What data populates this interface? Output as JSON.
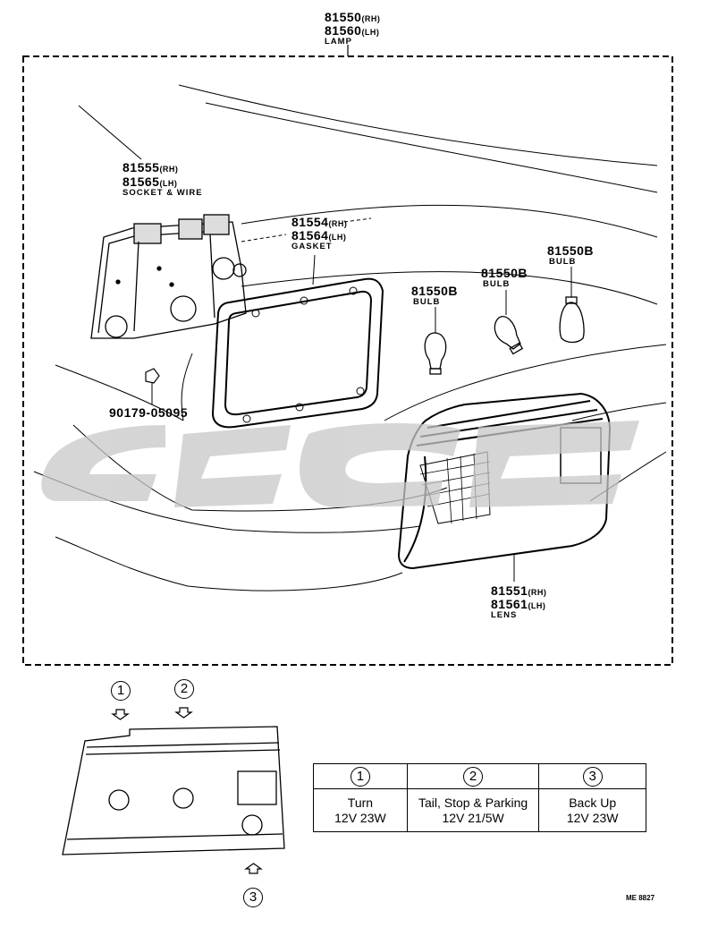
{
  "lamp": {
    "rh": "81550",
    "rh_suffix": "(RH)",
    "lh": "81560",
    "lh_suffix": "(LH)",
    "name": "LAMP"
  },
  "socket": {
    "rh": "81555",
    "rh_suffix": "(RH)",
    "lh": "81565",
    "lh_suffix": "(LH)",
    "name": "SOCKET & WIRE"
  },
  "gasket": {
    "rh": "81554",
    "rh_suffix": "(RH)",
    "lh": "81564",
    "lh_suffix": "(LH)",
    "name": "GASKET"
  },
  "bulbs": [
    {
      "part": "81550B",
      "name": "BULB"
    },
    {
      "part": "81550B",
      "name": "BULB"
    },
    {
      "part": "81550B",
      "name": "BULB"
    }
  ],
  "screw": {
    "part": "90179-05095"
  },
  "lens": {
    "rh": "81551",
    "rh_suffix": "(RH)",
    "lh": "81561",
    "lh_suffix": "(LH)",
    "name": "LENS"
  },
  "markers": [
    "1",
    "2",
    "3"
  ],
  "legend": [
    {
      "num": "1",
      "function": "Turn",
      "spec": "12V 23W"
    },
    {
      "num": "2",
      "function": "Tail, Stop & Parking",
      "spec": "12V 21/5W"
    },
    {
      "num": "3",
      "function": "Back Up",
      "spec": "12V 23W"
    }
  ],
  "ref_code": "ME 8827",
  "colors": {
    "line": "#000000",
    "watermark": "#c8c8c8"
  }
}
